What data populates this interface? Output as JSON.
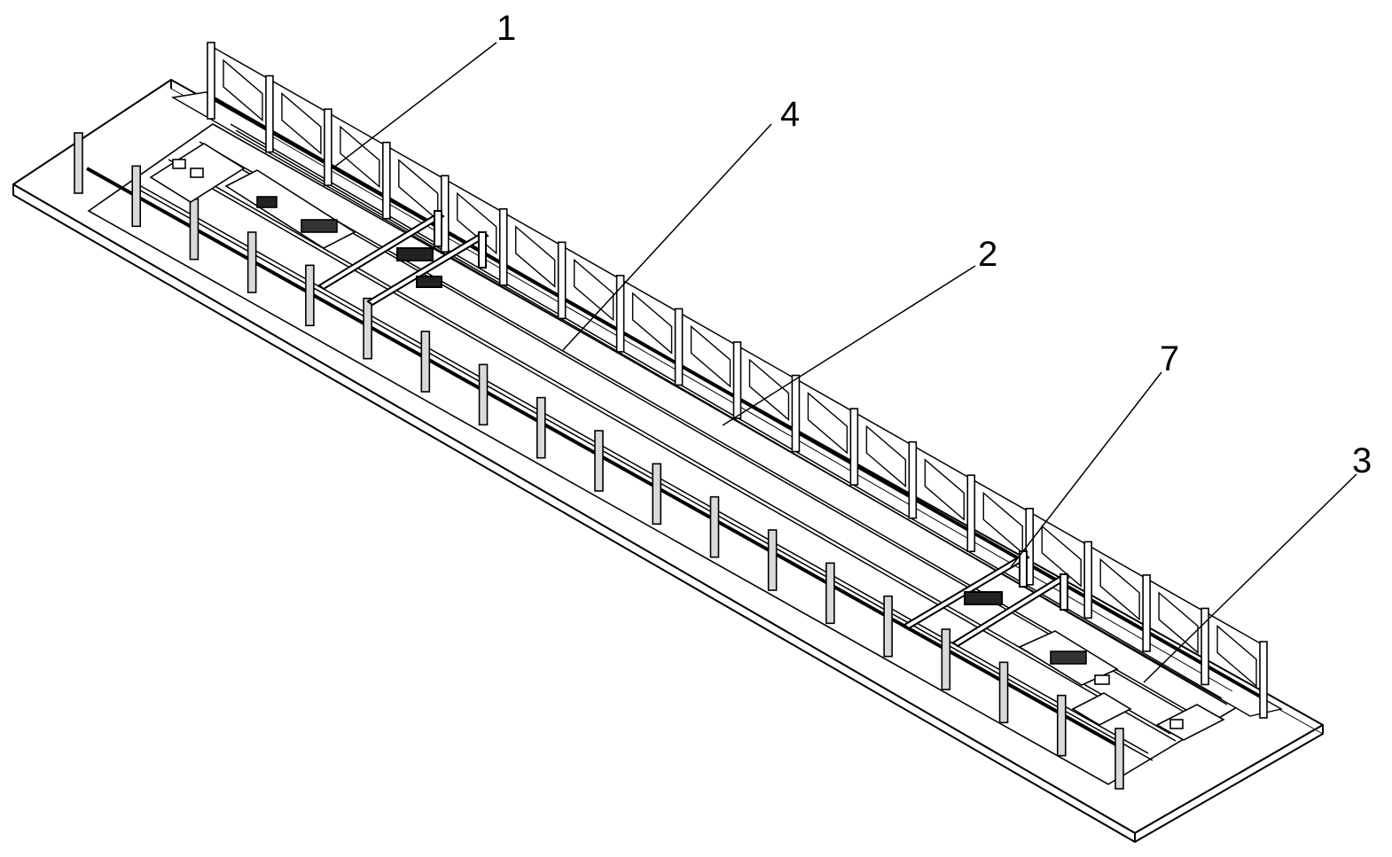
{
  "colors": {
    "line": "#000000",
    "fill_light": "#ffffff",
    "post": "#d9d9d9",
    "dark": "#111111"
  },
  "callouts": [
    {
      "id": "callout-1",
      "label": "1"
    },
    {
      "id": "callout-4",
      "label": "4"
    },
    {
      "id": "callout-2",
      "label": "2"
    },
    {
      "id": "callout-7",
      "label": "7"
    },
    {
      "id": "callout-3",
      "label": "3"
    }
  ]
}
